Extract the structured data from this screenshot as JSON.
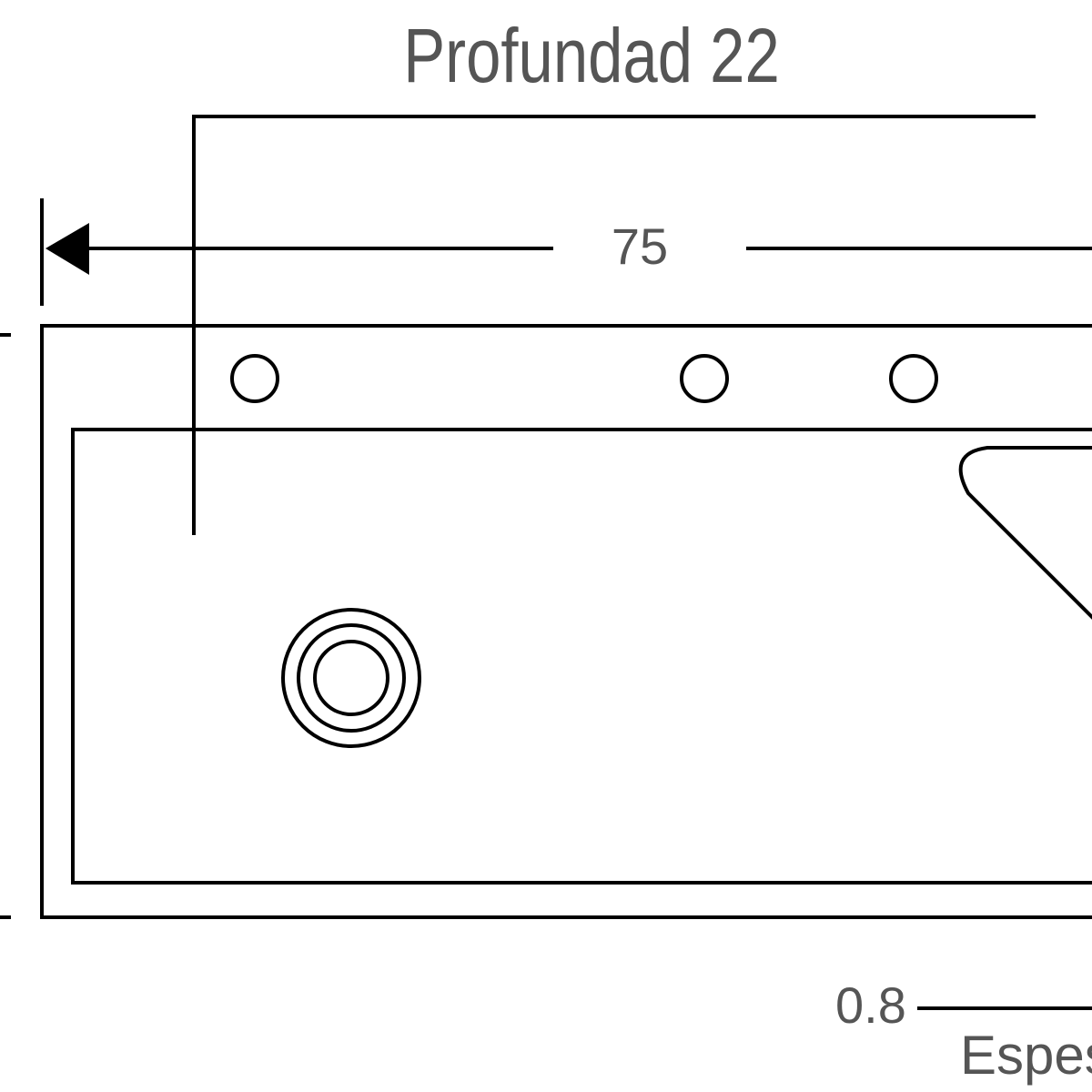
{
  "title": "Profundad 22",
  "width_label": "75",
  "thickness_value": "0.8",
  "thickness_label": "Espesor",
  "colors": {
    "line": "#000000",
    "text": "#555555",
    "background": "#ffffff"
  }
}
